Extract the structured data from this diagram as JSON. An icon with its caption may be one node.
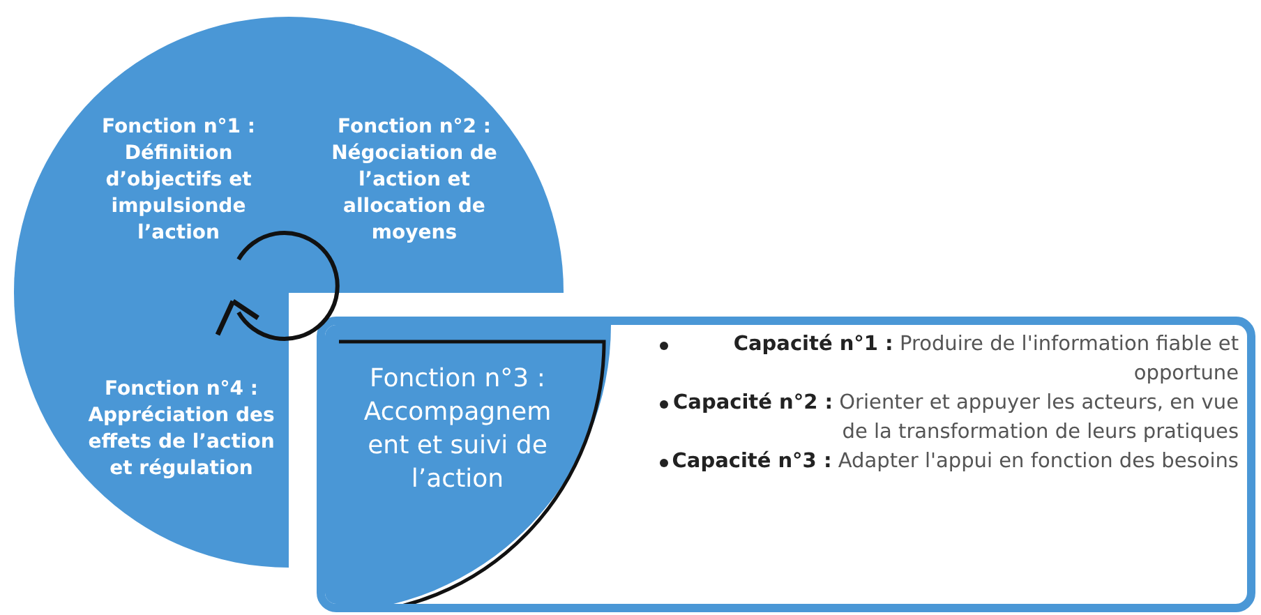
{
  "diagram": {
    "nodes": [
      {
        "text": [
          "Fonction n°1 : Définition d’objectifs et impulsionde l’action"
        ]
      },
      {
        "text": [
          "Fonction n°2 : Négociation de l’action et allocation de moyens"
        ]
      },
      {
        "text": [
          "Fonction n°4 : Appréciation des effets de l’action et régulation"
        ]
      },
      {
        "text": [
          "**Capacité n°1 :** Produire de l'information fiable et opportune",
          "**Capacité n°2 :** Orienter et appuyer les acteurs, en vue de la transformation de leurs pratiques",
          "**Capacité n°3 :** Adapter l'appui en fonction des besoins"
        ]
      },
      {
        "text": [
          "Fonction n°3 : Accompagnem ent et suivi de l’action"
        ],
        "in": 3
      }
    ]
  }
}
